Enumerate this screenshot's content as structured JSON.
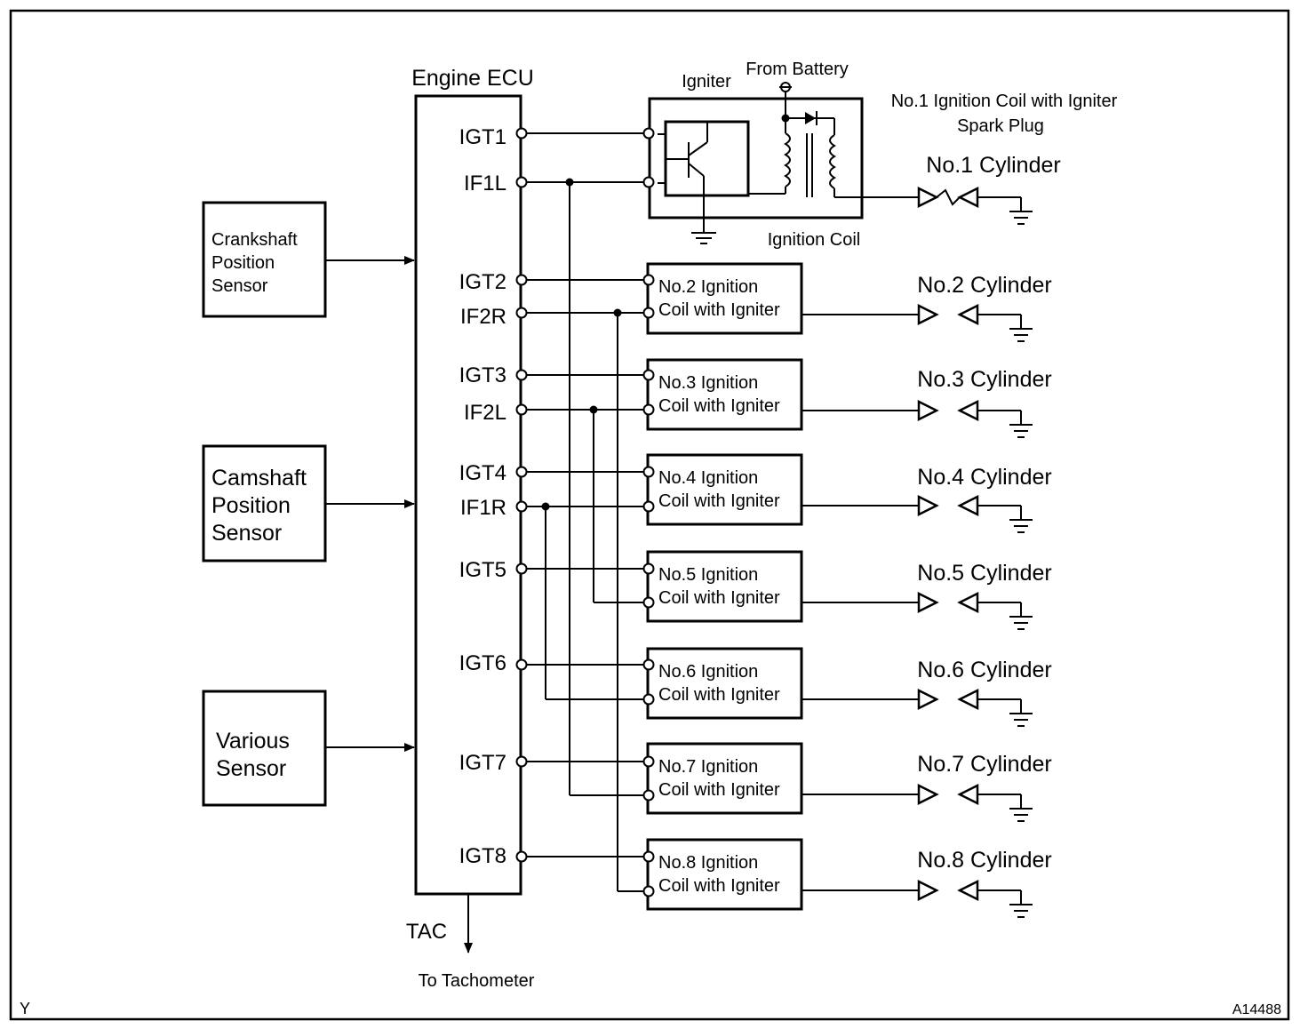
{
  "ecu": {
    "title": "Engine ECU",
    "pins": [
      "IGT1",
      "IF1L",
      "IGT2",
      "IF2R",
      "IGT3",
      "IF2L",
      "IGT4",
      "IF1R",
      "IGT5",
      "IGT6",
      "IGT7",
      "IGT8"
    ],
    "tac_label": "TAC",
    "tac_target": "To Tachometer"
  },
  "sensors": [
    {
      "lines": [
        "Crankshaft",
        "Position",
        "Sensor"
      ]
    },
    {
      "lines": [
        "Camshaft",
        "Position",
        "Sensor"
      ]
    },
    {
      "lines": [
        "Various",
        "Sensor"
      ]
    }
  ],
  "no1": {
    "from_battery": "From Battery",
    "igniter_label": "Igniter",
    "ignition_coil_label": "Ignition Coil",
    "title_line1": "No.1 Ignition Coil with Igniter",
    "title_line2": "Spark Plug"
  },
  "coils": [
    {
      "line1": "No.2 Ignition",
      "line2": "Coil with Igniter"
    },
    {
      "line1": "No.3 Ignition",
      "line2": "Coil with Igniter"
    },
    {
      "line1": "No.4 Ignition",
      "line2": "Coil with Igniter"
    },
    {
      "line1": "No.5 Ignition",
      "line2": "Coil with Igniter"
    },
    {
      "line1": "No.6 Ignition",
      "line2": "Coil with Igniter"
    },
    {
      "line1": "No.7 Ignition",
      "line2": "Coil with Igniter"
    },
    {
      "line1": "No.8 Ignition",
      "line2": "Coil with Igniter"
    }
  ],
  "cylinders": [
    "No.1 Cylinder",
    "No.2 Cylinder",
    "No.3 Cylinder",
    "No.4 Cylinder",
    "No.5 Cylinder",
    "No.6 Cylinder",
    "No.7 Cylinder",
    "No.8 Cylinder"
  ],
  "corner_left": "Y",
  "figure_code": "A14488"
}
